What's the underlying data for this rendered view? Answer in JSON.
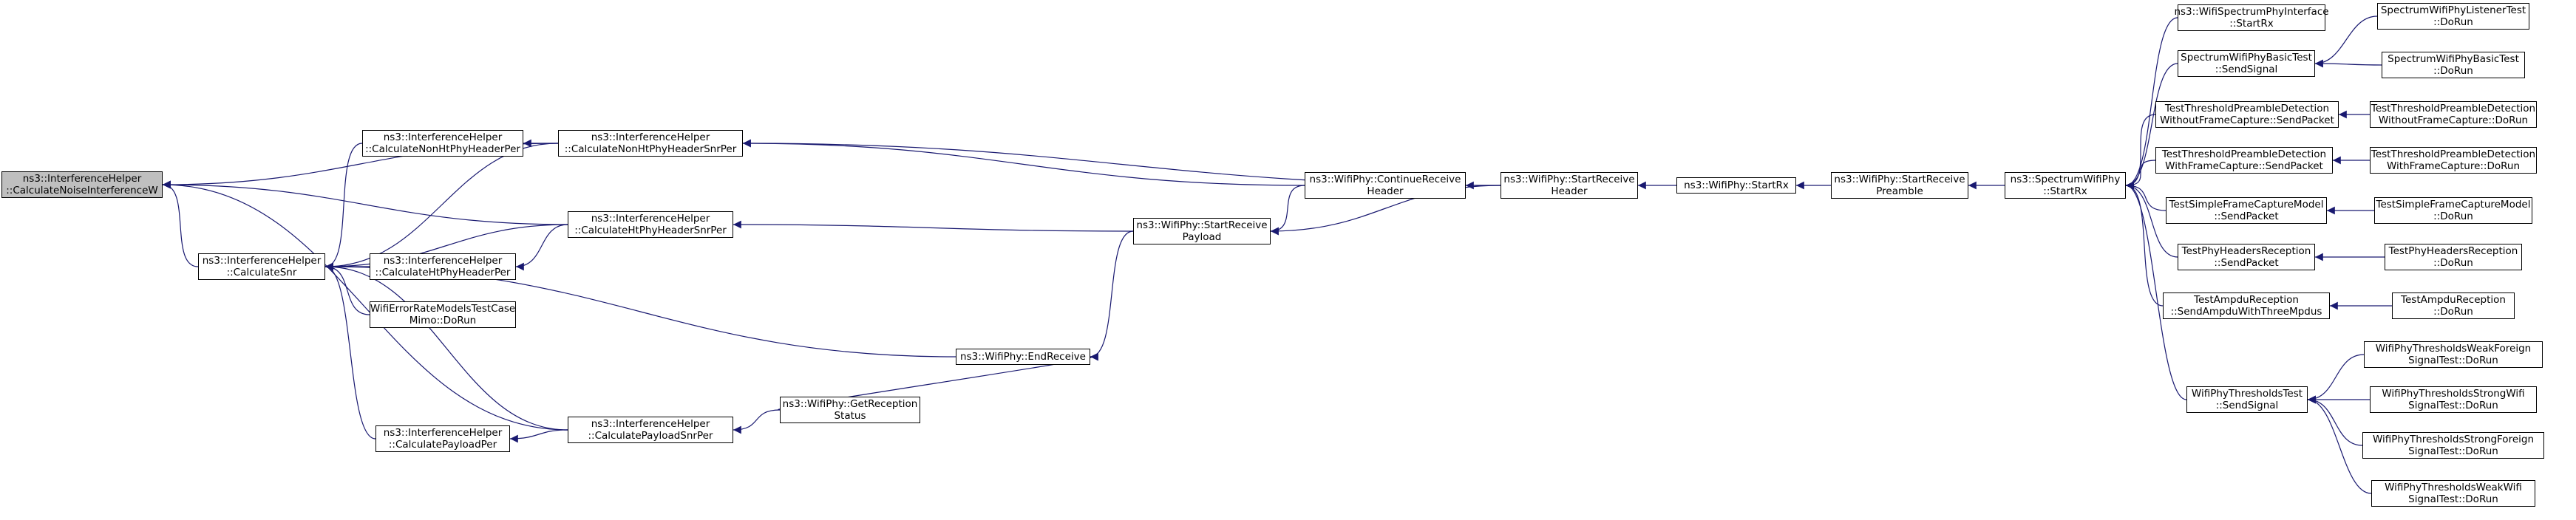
{
  "colors": {
    "edge": "#191970",
    "root_fill": "#bfbfbf",
    "node_fill": "#ffffff",
    "border": "#000000"
  },
  "nodes": {
    "n0": {
      "l1": "ns3::InterferenceHelper",
      "l2": "::CalculateNoiseInterferenceW"
    },
    "n1": {
      "l1": "ns3::InterferenceHelper",
      "l2": "::CalculateSnr"
    },
    "n2": {
      "l1": "ns3::InterferenceHelper",
      "l2": "::CalculateNonHtPhyHeaderPer"
    },
    "n3": {
      "l1": "ns3::InterferenceHelper",
      "l2": "::CalculateNonHtPhyHeaderSnrPer"
    },
    "n4": {
      "l1": "ns3::InterferenceHelper",
      "l2": "::CalculateHtPhyHeaderSnrPer"
    },
    "n5": {
      "l1": "ns3::InterferenceHelper",
      "l2": "::CalculateHtPhyHeaderPer"
    },
    "n6": {
      "l1": "WifiErrorRateModelsTestCase",
      "l2": "Mimo::DoRun"
    },
    "n7": {
      "l1": "ns3::InterferenceHelper",
      "l2": "::CalculatePayloadPer"
    },
    "n8": {
      "l1": "ns3::InterferenceHelper",
      "l2": "::CalculatePayloadSnrPer"
    },
    "n9": {
      "l1": "ns3::WifiPhy::EndReceive",
      "l2": ""
    },
    "n10": {
      "l1": "ns3::WifiPhy::GetReception",
      "l2": "Status"
    },
    "n11": {
      "l1": "ns3::WifiPhy::StartReceive",
      "l2": "Payload"
    },
    "n12": {
      "l1": "ns3::WifiPhy::ContinueReceive",
      "l2": "Header"
    },
    "n13": {
      "l1": "ns3::WifiPhy::StartReceive",
      "l2": "Header"
    },
    "n14": {
      "l1": "ns3::WifiPhy::StartRx",
      "l2": ""
    },
    "n15": {
      "l1": "ns3::WifiPhy::StartReceive",
      "l2": "Preamble"
    },
    "n16": {
      "l1": "ns3::SpectrumWifiPhy",
      "l2": "::StartRx"
    },
    "n17": {
      "l1": "ns3::WifiSpectrumPhyInterface",
      "l2": "::StartRx"
    },
    "n18": {
      "l1": "SpectrumWifiPhyBasicTest",
      "l2": "::SendSignal"
    },
    "n19": {
      "l1": "TestThresholdPreambleDetection",
      "l2": "WithoutFrameCapture::SendPacket"
    },
    "n20": {
      "l1": "TestThresholdPreambleDetection",
      "l2": "WithFrameCapture::SendPacket"
    },
    "n21": {
      "l1": "TestSimpleFrameCaptureModel",
      "l2": "::SendPacket"
    },
    "n22": {
      "l1": "TestPhyHeadersReception",
      "l2": "::SendPacket"
    },
    "n23": {
      "l1": "TestAmpduReception",
      "l2": "::SendAmpduWithThreeMpdus"
    },
    "n24": {
      "l1": "WifiPhyThresholdsTest",
      "l2": "::SendSignal"
    },
    "n25": {
      "l1": "SpectrumWifiPhyListenerTest",
      "l2": "::DoRun"
    },
    "n26": {
      "l1": "SpectrumWifiPhyBasicTest",
      "l2": "::DoRun"
    },
    "n27": {
      "l1": "TestThresholdPreambleDetection",
      "l2": "WithoutFrameCapture::DoRun"
    },
    "n28": {
      "l1": "TestThresholdPreambleDetection",
      "l2": "WithFrameCapture::DoRun"
    },
    "n29": {
      "l1": "TestSimpleFrameCaptureModel",
      "l2": "::DoRun"
    },
    "n30": {
      "l1": "TestPhyHeadersReception",
      "l2": "::DoRun"
    },
    "n31": {
      "l1": "TestAmpduReception",
      "l2": "::DoRun"
    },
    "n32": {
      "l1": "WifiPhyThresholdsWeakForeign",
      "l2": "SignalTest::DoRun"
    },
    "n33": {
      "l1": "WifiPhyThresholdsStrongWifi",
      "l2": "SignalTest::DoRun"
    },
    "n34": {
      "l1": "WifiPhyThresholdsStrongForeign",
      "l2": "SignalTest::DoRun"
    },
    "n35": {
      "l1": "WifiPhyThresholdsWeakWifi",
      "l2": "SignalTest::DoRun"
    }
  },
  "edges": [
    [
      "n1",
      "n0"
    ],
    [
      "n3",
      "n0"
    ],
    [
      "n4",
      "n0"
    ],
    [
      "n8",
      "n0"
    ],
    [
      "n2",
      "n1"
    ],
    [
      "n3",
      "n1"
    ],
    [
      "n4",
      "n1"
    ],
    [
      "n5",
      "n1"
    ],
    [
      "n6",
      "n1"
    ],
    [
      "n7",
      "n1"
    ],
    [
      "n8",
      "n1"
    ],
    [
      "n9",
      "n1"
    ],
    [
      "n3",
      "n2"
    ],
    [
      "n4",
      "n5"
    ],
    [
      "n8",
      "n7"
    ],
    [
      "n12",
      "n3"
    ],
    [
      "n13",
      "n3"
    ],
    [
      "n11",
      "n4"
    ],
    [
      "n10",
      "n8"
    ],
    [
      "n10",
      "n9"
    ],
    [
      "n11",
      "n9"
    ],
    [
      "n12",
      "n11"
    ],
    [
      "n13",
      "n11"
    ],
    [
      "n13",
      "n12"
    ],
    [
      "n14",
      "n13"
    ],
    [
      "n15",
      "n14"
    ],
    [
      "n16",
      "n15"
    ],
    [
      "n17",
      "n16"
    ],
    [
      "n18",
      "n16"
    ],
    [
      "n19",
      "n16"
    ],
    [
      "n20",
      "n16"
    ],
    [
      "n21",
      "n16"
    ],
    [
      "n22",
      "n16"
    ],
    [
      "n23",
      "n16"
    ],
    [
      "n24",
      "n16"
    ],
    [
      "n25",
      "n18"
    ],
    [
      "n26",
      "n18"
    ],
    [
      "n27",
      "n19"
    ],
    [
      "n28",
      "n20"
    ],
    [
      "n29",
      "n21"
    ],
    [
      "n30",
      "n22"
    ],
    [
      "n31",
      "n23"
    ],
    [
      "n32",
      "n24"
    ],
    [
      "n33",
      "n24"
    ],
    [
      "n34",
      "n24"
    ],
    [
      "n35",
      "n24"
    ]
  ]
}
